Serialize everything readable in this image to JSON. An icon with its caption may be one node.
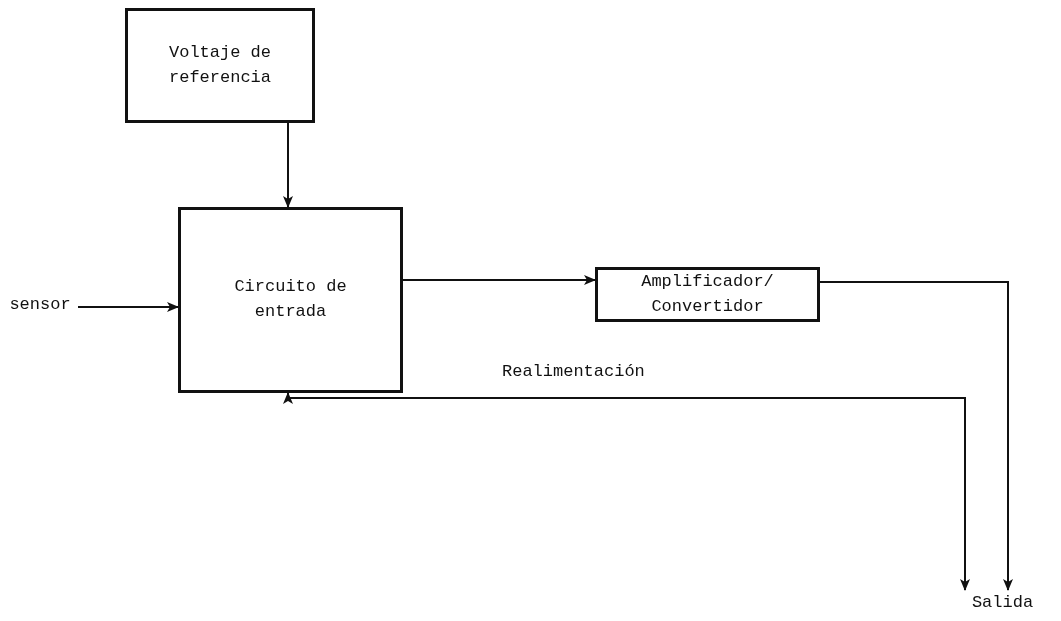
{
  "diagram": {
    "nodes": [
      {
        "text": [
          "Voltaje de referencia"
        ]
      },
      {
        "text": [
          "Circuito de entrada"
        ]
      },
      {
        "text": [
          "Amplificador/ Convertidor"
        ]
      },
      {
        "text": [
          "sensor"
        ]
      },
      {
        "text": [
          "Salida"
        ]
      }
    ],
    "edges": [
      {
        "from": 0,
        "to": 1,
        "arrow": "to"
      },
      {
        "from": 3,
        "to": 1,
        "arrow": "to"
      },
      {
        "from": 1,
        "to": 2,
        "arrow": "to"
      },
      {
        "from": 2,
        "to": 4,
        "arrow": "to"
      },
      {
        "from": 1,
        "to": 4,
        "arrow": "both",
        "label": "Realimentación"
      }
    ]
  }
}
